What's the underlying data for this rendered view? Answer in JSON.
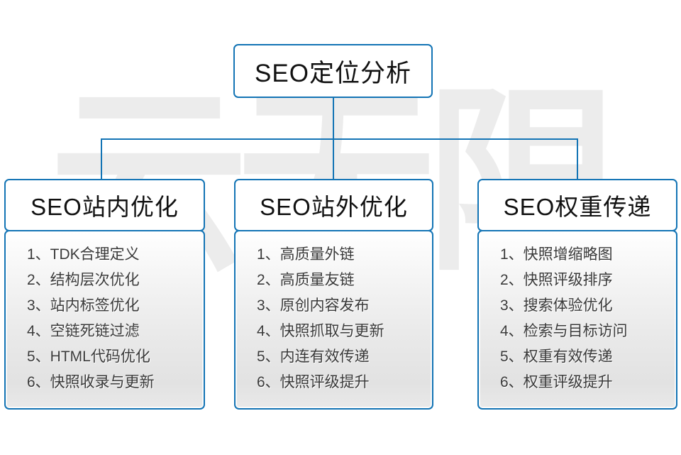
{
  "diagram": {
    "root": {
      "title": "SEO定位分析"
    },
    "watermark": {
      "text": "云无限"
    },
    "columns": [
      {
        "title": "SEO站内优化",
        "items": [
          "1、TDK合理定义",
          "2、结构层次优化",
          "3、站内标签优化",
          "4、空链死链过滤",
          "5、HTML代码优化",
          "6、快照收录与更新"
        ]
      },
      {
        "title": "SEO站外优化",
        "items": [
          "1、高质量外链",
          "2、高质量友链",
          "3、原创内容发布",
          "4、快照抓取与更新",
          "5、内连有效传递",
          "6、快照评级提升"
        ]
      },
      {
        "title": "SEO权重传递",
        "items": [
          "1、快照增缩略图",
          "2、快照评级排序",
          "3、搜索体验优化",
          "4、检索与目标访问",
          "5、权重有效传递",
          "6、权重评级提升"
        ]
      }
    ],
    "colors": {
      "line_blue": "#1374b5",
      "header_text": "#111111",
      "item_text": "#3a3a3a",
      "watermark_gray": "#ececec"
    }
  }
}
